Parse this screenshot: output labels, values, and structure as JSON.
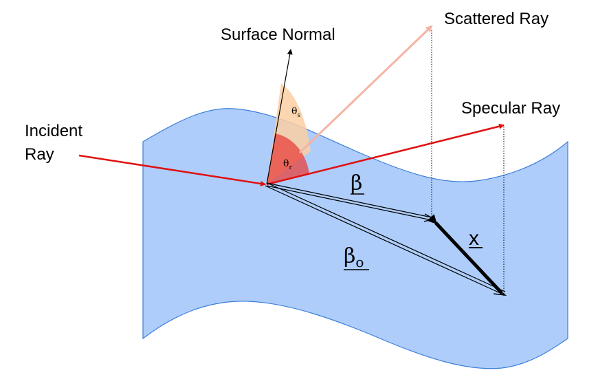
{
  "labels": {
    "surface_normal": "Surface Normal",
    "scattered_ray": "Scattered Ray",
    "specular_ray": "Specular Ray",
    "incident_ray_line1": "Incident",
    "incident_ray_line2": "Ray",
    "theta_s": "θ",
    "theta_s_sub": "s",
    "theta_r": "θ",
    "theta_r_sub": "r",
    "beta": "β",
    "beta_o": "β",
    "beta_o_sub": "o",
    "x": "x"
  },
  "colors": {
    "surface_fill": "#aecdfb",
    "surface_stroke": "#3d7fd8",
    "incident_ray": "#e01010",
    "specular_ray": "#e01010",
    "scattered_ray": "#f4b4a4",
    "theta_s_sector": "#fbcfa3",
    "theta_r_sector": "#e8403c",
    "vectors": "#000000"
  }
}
